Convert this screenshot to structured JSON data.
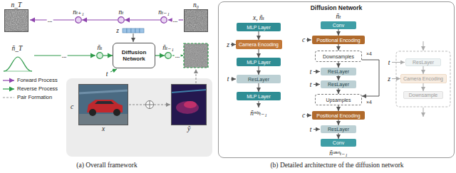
{
  "diagram": {
    "nodes": [
      {
        "text": [
          "n_T"
        ]
      },
      {
        "text": [
          "nₜ₊₁"
        ]
      },
      {
        "text": [
          "nₜ"
        ]
      },
      {
        "text": [
          "nₜ₋₁"
        ]
      },
      {
        "text": [
          "n₀"
        ]
      },
      {
        "text": [
          "ñₜ"
        ]
      },
      {
        "text": [
          "Diffusion Network"
        ]
      },
      {
        "text": [
          "ñₜ₋₁"
        ]
      },
      {
        "text": [
          "x"
        ]
      },
      {
        "text": [
          "ỹ"
        ]
      },
      {
        "text": [
          "Diffusion Network"
        ]
      },
      {
        "text": [
          "MLP Layer"
        ],
        "in": 10
      },
      {
        "text": [
          "Camera Encoding"
        ],
        "in": 10
      },
      {
        "text": [
          "MLP Layer"
        ],
        "in": 10
      },
      {
        "text": [
          "ResLayer"
        ],
        "in": 10
      },
      {
        "text": [
          "MLP Layer"
        ],
        "in": 10
      },
      {
        "text": [
          "Conv"
        ],
        "in": 10
      },
      {
        "text": [
          "Positional Encoding"
        ],
        "in": 10
      },
      {
        "text": [
          "Downsamples"
        ],
        "in": 10
      },
      {
        "text": [
          "ResLayer"
        ],
        "in": 10
      },
      {
        "text": [
          "ResLayer"
        ],
        "in": 10
      },
      {
        "text": [
          "Upsamples"
        ],
        "in": 10
      },
      {
        "text": [
          "Positional Encoding"
        ],
        "in": 10
      },
      {
        "text": [
          "ResLayer"
        ],
        "in": 10
      },
      {
        "text": [
          "Conv"
        ],
        "in": 10
      },
      {
        "text": [
          "ResLayer"
        ],
        "in": 10
      },
      {
        "text": [
          "Camera Encoding"
        ],
        "in": 10
      },
      {
        "text": [
          "Downsample"
        ],
        "in": 10
      }
    ],
    "edges": [
      {
        "from": 2,
        "to": 1,
        "arrow": "to"
      },
      {
        "from": 3,
        "to": 2,
        "arrow": "to"
      },
      {
        "from": 5,
        "to": 6,
        "arrow": "to"
      },
      {
        "from": 6,
        "to": 7,
        "arrow": "to"
      },
      {
        "from": 11,
        "to": 12,
        "arrow": "to"
      },
      {
        "from": 12,
        "to": 13,
        "arrow": "to"
      },
      {
        "from": 13,
        "to": 14,
        "arrow": "to"
      },
      {
        "from": 14,
        "to": 15,
        "arrow": "to"
      },
      {
        "from": 16,
        "to": 17,
        "arrow": "to"
      },
      {
        "from": 17,
        "to": 18,
        "arrow": "to"
      },
      {
        "from": 18,
        "to": 19,
        "arrow": "to"
      },
      {
        "from": 19,
        "to": 20,
        "arrow": "to"
      },
      {
        "from": 20,
        "to": 21,
        "arrow": "to"
      },
      {
        "from": 21,
        "to": 22,
        "arrow": "to"
      },
      {
        "from": 22,
        "to": 23,
        "arrow": "to"
      },
      {
        "from": 23,
        "to": 24,
        "arrow": "to"
      },
      {
        "from": 18,
        "to": 21,
        "arrow": "to"
      },
      {
        "from": 25,
        "to": 26,
        "arrow": "to"
      },
      {
        "from": 26,
        "to": 27,
        "arrow": "to"
      }
    ],
    "labels": [
      "...",
      "...",
      "ñ_T",
      "...",
      "...",
      "z",
      "t",
      "c",
      "(a) Overall framework",
      "x, ñₜ",
      "z",
      "t",
      "ñᵐˡᵖₜ₋₁",
      "ñₜ",
      "c",
      "×4",
      "t",
      "t",
      "×4",
      "c",
      "t",
      "ñᵘⁿᵉᵗₜ₋₁",
      "t",
      "z",
      "(b) Detailed architecture of the diffusion network"
    ],
    "legend": [
      {
        "text": "Forward Process"
      },
      {
        "text": "Reverse Process"
      },
      {
        "text": "Pair Formation"
      }
    ]
  }
}
